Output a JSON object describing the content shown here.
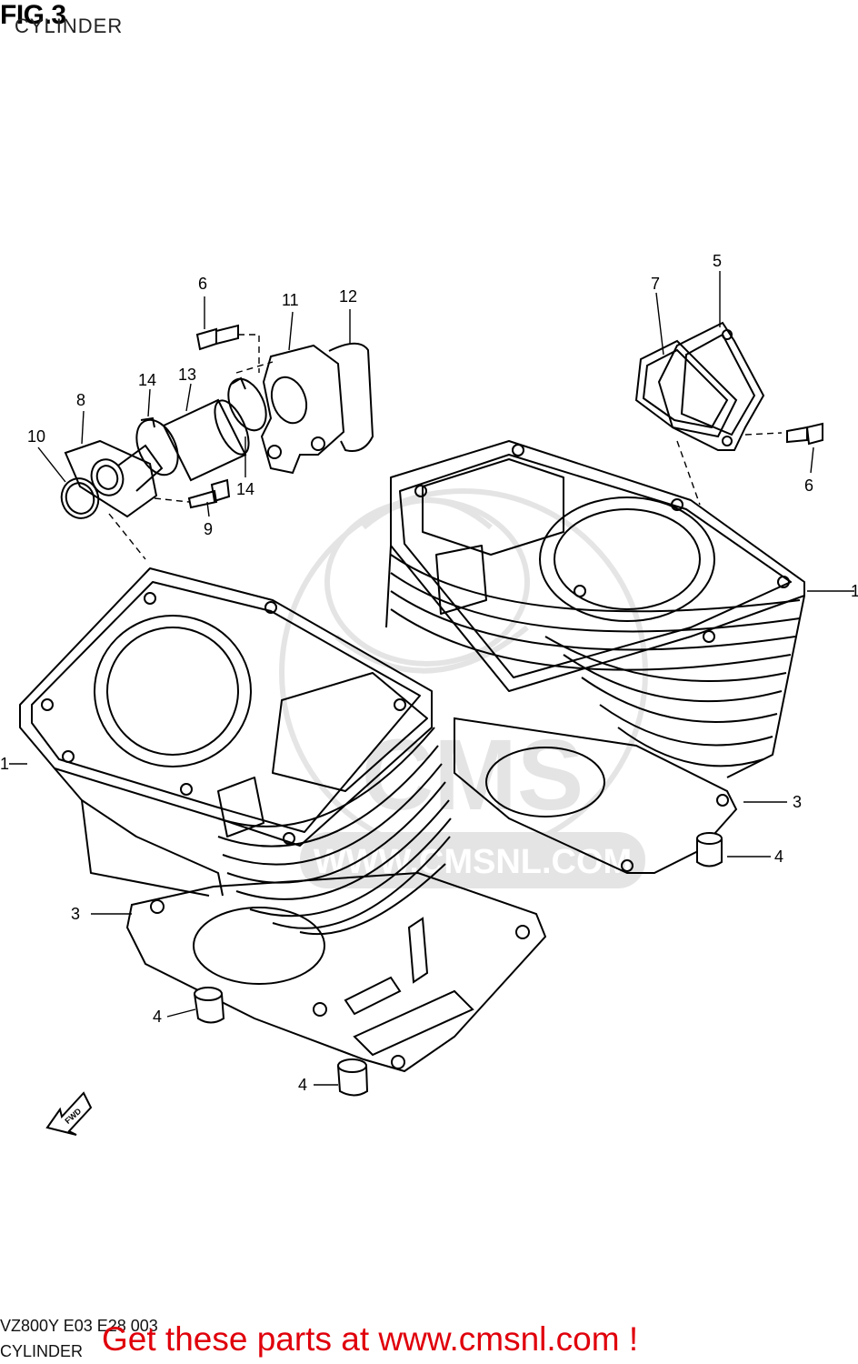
{
  "header": {
    "figure": "FIG.3",
    "subtitle": "CYLINDER"
  },
  "footer": {
    "model_code": "VZ800Y E03 E28 003",
    "section": "CYLINDER",
    "promo": "Get these parts at www.cmsnl.com !"
  },
  "watermark": {
    "logo_text": "CMS",
    "site_text": "WWW.CMSNL.COM"
  },
  "fwd_arrow": {
    "label": "FWD"
  },
  "callouts": {
    "c1_left": "1",
    "c1_right": "1",
    "c3_left": "3",
    "c3_right": "3",
    "c4_a": "4",
    "c4_b": "4",
    "c4_c": "4",
    "c5": "5",
    "c6_left": "6",
    "c6_right": "6",
    "c7": "7",
    "c8": "8",
    "c9": "9",
    "c10": "10",
    "c11": "11",
    "c12": "12",
    "c13": "13",
    "c14_top": "14",
    "c14_bottom": "14"
  }
}
